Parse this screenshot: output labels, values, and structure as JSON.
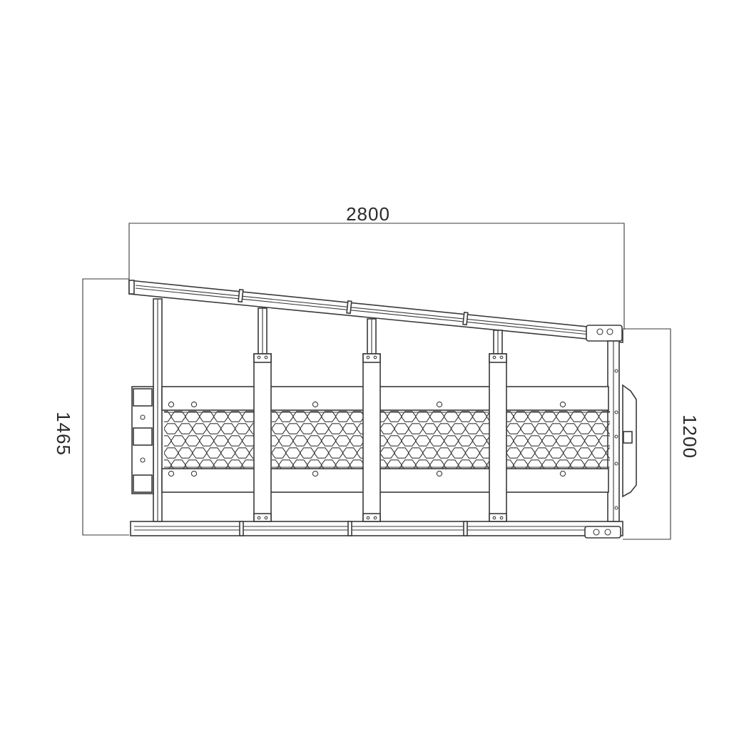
{
  "dimensions": {
    "width_label": "2800",
    "left_height_label": "1465",
    "right_height_label": "1200"
  },
  "colors": {
    "line": "#3a3a3a",
    "background": "#ffffff"
  }
}
